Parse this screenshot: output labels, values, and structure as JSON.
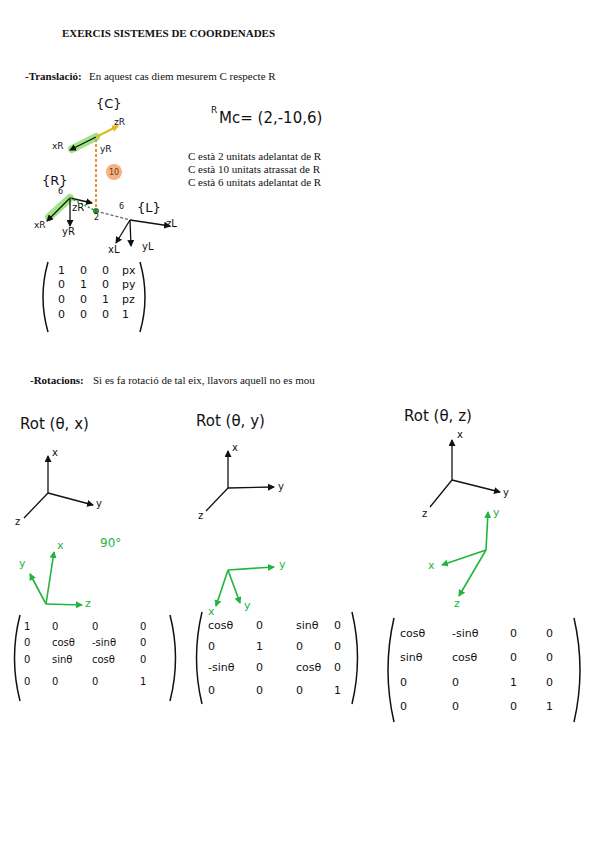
{
  "diagram": {
    "title": "EXERCIS SISTEMES DE COORDENADES",
    "nodes": [
      {
        "text": [
          "10"
        ]
      }
    ],
    "labels": [
      "-Translació:",
      "En aquest cas diem mesurem C respecte R",
      "{C}",
      "zR",
      "xR",
      "yR",
      "{R}",
      "6",
      "zR",
      "2",
      "6",
      "{L}",
      "zL",
      "xR",
      "yR",
      "xL",
      "yL",
      "R",
      "Mc= (2,-10,6)",
      "C està 2 unitats adelantat de R",
      "C està 10 unitats atrassat de R",
      "C està 6 unitats adelantat de R",
      "1",
      "0",
      "0",
      "px",
      "0",
      "1",
      "0",
      "py",
      "0",
      "0",
      "1",
      "pz",
      "0",
      "0",
      "0",
      "1",
      "-Rotacions:",
      "Si es fa rotació de tal eix, llavors aquell no es mou",
      "Rot (θ, x)",
      "Rot (θ, y)",
      "Rot (θ, z)",
      "x",
      "y",
      "z",
      "x",
      "y",
      "z",
      "x",
      "y",
      "z",
      "y",
      "x",
      "z",
      "90°",
      "y",
      "x",
      "y",
      "y",
      "x",
      "z",
      "1",
      "0",
      "0",
      "0",
      "0",
      "cosθ",
      "-sinθ",
      "0",
      "0",
      "sinθ",
      "cosθ",
      "0",
      "0",
      "0",
      "0",
      "1",
      "cosθ",
      "0",
      "sinθ",
      "0",
      "0",
      "1",
      "0",
      "0",
      "-sinθ",
      "0",
      "cosθ",
      "0",
      "0",
      "0",
      "0",
      "1",
      "cosθ",
      "-sinθ",
      "0",
      "0",
      "sinθ",
      "cosθ",
      "0",
      "0",
      "0",
      "0",
      "1",
      "0",
      "0",
      "0",
      "0",
      "1"
    ]
  }
}
